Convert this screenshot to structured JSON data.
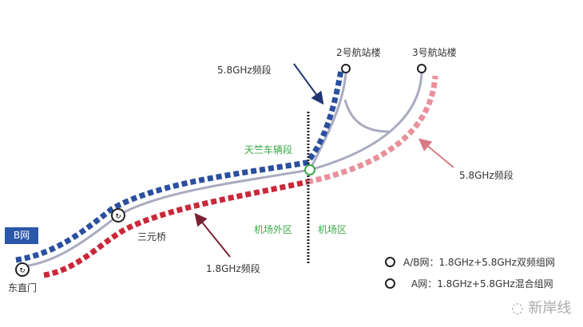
{
  "network_label": "B网",
  "stations": {
    "dongzhimen": "东直门",
    "sanyuanqiao": "三元桥",
    "tianzhu": "天竺车辆段",
    "t2": "2号航站楼",
    "t3": "3号航站楼"
  },
  "zones": {
    "outside": "机场外区",
    "inside": "机场区"
  },
  "bands": {
    "blue_58": "5.8GHz频段",
    "red_18": "1.8GHz频段",
    "pink_58": "5.8GHz频段"
  },
  "legend": [
    "A/B网：1.8GHz+5.8GHz双频组网",
    "A网：1.8GHz+5.8GHz混合组网"
  ],
  "watermark": "新岸线",
  "colors": {
    "blue": "#2a4f9e",
    "red": "#c9283a",
    "pink": "#e8919b",
    "gray": "#a9abc0",
    "green": "#3aa84a"
  }
}
